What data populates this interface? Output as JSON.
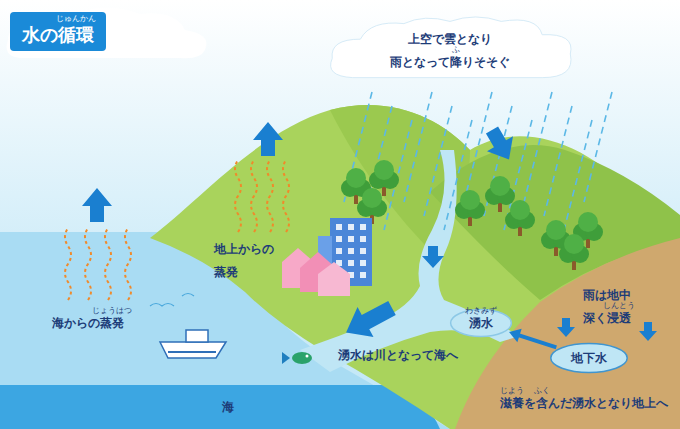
{
  "diagram": {
    "title": "水の循環",
    "nodes": [
      {
        "text": [
          "上空で雲となり 雨となって降りそそぐ"
        ]
      },
      {
        "text": [
          "湧水"
        ]
      },
      {
        "text": [
          "地下水"
        ]
      }
    ],
    "edges": [
      {
        "from": 2,
        "to": 1,
        "arrow": "to"
      }
    ],
    "labels": [
      "じゅんかん",
      "ふ",
      "地上からの蒸発",
      "海からの蒸発",
      "じょうはつ",
      "わきみず",
      "雨は地中深く浸透",
      "しんとう",
      "湧水は川となって海へ",
      "滋養を含んだ湧水となり地上へ",
      "じよう",
      "ふく",
      "海"
    ]
  }
}
